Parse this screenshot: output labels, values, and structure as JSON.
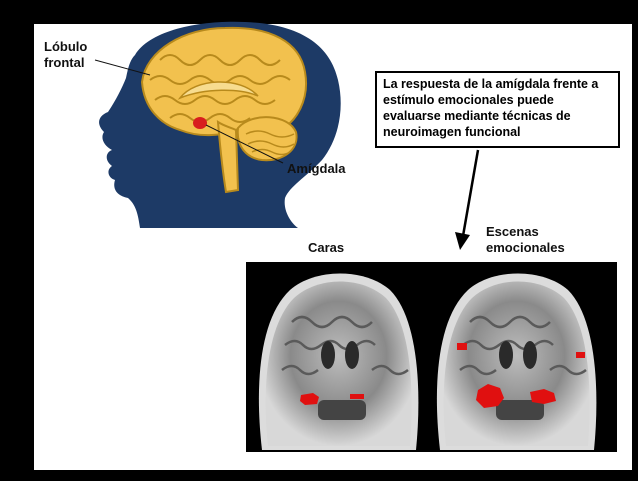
{
  "labels": {
    "frontal_lobe": "Lóbulo frontal",
    "amygdala": "Amígdala",
    "faces": "Caras",
    "scenes": "Escenas emocionales"
  },
  "callout": {
    "text": "La respuesta de la amígdala frente a estímulo emocionales puede evaluarse mediante técnicas de neuroimagen funcional"
  },
  "colors": {
    "frame": "#000000",
    "background": "#ffffff",
    "head": "#1d3a66",
    "brain": "#f2c14e",
    "amygdala": "#d81e1e",
    "activation": "#e01010"
  }
}
